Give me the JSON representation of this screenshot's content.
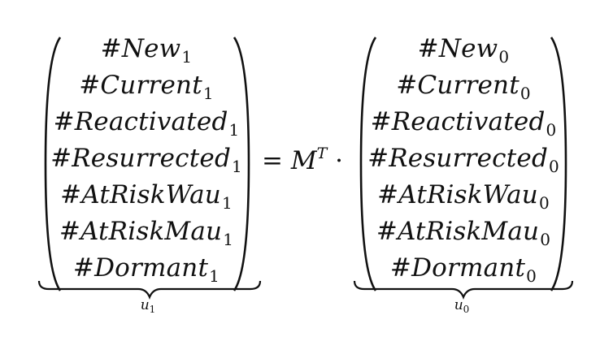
{
  "left_vector": {
    "entries": [
      {
        "text": "#New",
        "sub": "1"
      },
      {
        "text": "#Current",
        "sub": "1"
      },
      {
        "text": "#Reactivated",
        "sub": "1"
      },
      {
        "text": "#Resurrected",
        "sub": "1"
      },
      {
        "text": "#AtRiskWau",
        "sub": "1"
      },
      {
        "text": "#AtRiskMau",
        "sub": "1"
      },
      {
        "text": "#Dormant",
        "sub": "1"
      }
    ],
    "label": {
      "text": "u",
      "sub": "1"
    }
  },
  "operator": {
    "equals": "=",
    "matrix": "M",
    "transpose": "T",
    "dot": "·"
  },
  "right_vector": {
    "entries": [
      {
        "text": "#New",
        "sub": "0"
      },
      {
        "text": "#Current",
        "sub": "0"
      },
      {
        "text": "#Reactivated",
        "sub": "0"
      },
      {
        "text": "#Resurrected",
        "sub": "0"
      },
      {
        "text": "#AtRiskWau",
        "sub": "0"
      },
      {
        "text": "#AtRiskMau",
        "sub": "0"
      },
      {
        "text": "#Dormant",
        "sub": "0"
      }
    ],
    "label": {
      "text": "u",
      "sub": "0"
    }
  }
}
